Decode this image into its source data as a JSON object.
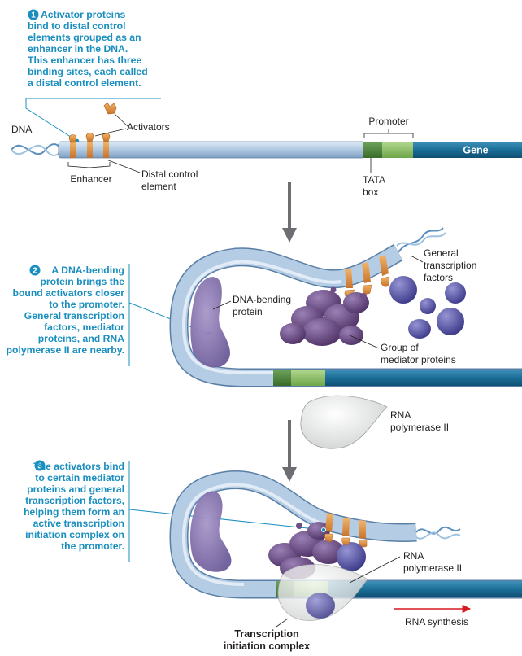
{
  "steps": [
    {
      "number": "1",
      "lines": [
        "Activator proteins",
        "bind to distal control",
        "elements grouped as an",
        "enhancer in the DNA.",
        "This enhancer has three",
        "binding sites, each called",
        "a distal control element."
      ]
    },
    {
      "number": "2",
      "lines": [
        "A DNA-bending",
        "protein brings the",
        "bound activators closer",
        "to the promoter.",
        "General transcription",
        "factors, mediator",
        "proteins, and RNA",
        "polymerase II are nearby."
      ]
    },
    {
      "number": "3",
      "lines": [
        "The activators bind",
        "to certain mediator",
        "proteins and general",
        "transcription factors,",
        "helping them form an",
        "active transcription",
        "initiation complex on",
        "the promoter."
      ]
    }
  ],
  "labels": {
    "dna": "DNA",
    "activators": "Activators",
    "promoter": "Promoter",
    "gene": "Gene",
    "enhancer": "Enhancer",
    "distal_control_1": "Distal control",
    "distal_control_2": "element",
    "tata_1": "TATA",
    "tata_2": "box",
    "bending_1": "DNA-bending",
    "bending_2": "protein",
    "gtf_1": "General",
    "gtf_2": "transcription",
    "gtf_3": "factors",
    "mediator_1": "Group of",
    "mediator_2": "mediator proteins",
    "rnap_1": "RNA",
    "rnap_2": "polymerase II",
    "rnap3_1": "RNA",
    "rnap3_2": "polymerase II",
    "rna_synthesis": "RNA synthesis",
    "tic_1": "Transcription",
    "tic_2": "initiation complex"
  },
  "colors": {
    "accent": "#1a8fbf",
    "dna_light": "#b4cce4",
    "gene_blue": "#1b6e97",
    "tata_green": "#4f8a3c",
    "promoter_green": "#8cc063",
    "activator_orange": "#e0913c",
    "mediator_purple": "#6e4f86",
    "gtf_purple": "#5b58a6",
    "rna_red": "#d71920"
  }
}
